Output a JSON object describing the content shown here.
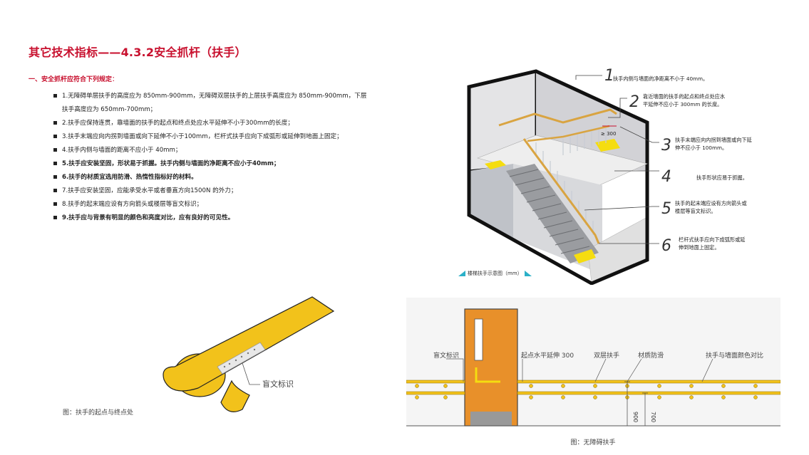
{
  "title": "其它技术指标——4.3.2安全抓杆（扶手）",
  "intro": {
    "label": "一、安全抓杆应符合下列规定",
    "colon": "："
  },
  "rules": [
    "1.无障碍单层扶手的高度应为 850mm-900mm，无障碍双层扶手的上层扶手高度应为 850mm-900mm，下层扶手高度应为 650mm-700mm；",
    "2.扶手应保持连贯，靠墙面的扶手的起点和终点处应水平延伸不小于300mm的长度；",
    "3.扶手末端应向内拐到墙面或向下延伸不小于100mm，栏杆式扶手应向下成弧形或延伸到地面上固定；",
    "4.扶手内侧与墙面的距离不应小于 40mm；",
    "5.扶手应安装坚固，形状易于抓握。扶手内侧与墙面的净距离不应小于40mm；",
    "6.扶手的材质宜选用防滑、热惰性指标好的材料。",
    "7.扶手应安装坚固，应能承受水平或者垂直方向1500N 的外力；",
    "8.扶手的起末端应设有方向箭头或楼层等盲文标识；",
    "9.扶手应与背景有明显的颜色和亮度对比，应有良好的可见性。"
  ],
  "stair": {
    "dim_label": "≥ 300",
    "callouts": [
      {
        "num": "1",
        "text": "扶手内侧与墙面的净距离不小于 40mm。"
      },
      {
        "num": "2",
        "text1": "靠近墙面的扶手的起点和终点处应水",
        "text2": "平延伸不应小于 300mm 的长度。"
      },
      {
        "num": "3",
        "text1": "扶手末端应向内拐到墙面或向下延",
        "text2": "伸不应小于 100mm。"
      },
      {
        "num": "4",
        "text": "扶手形状应易于抓握。"
      },
      {
        "num": "5",
        "text1": "扶手的起末端应设有方向箭头或",
        "text2": "楼层等盲文标识。"
      },
      {
        "num": "6",
        "text1": "栏杆式扶手应向下成弧形或延",
        "text2": "伸到地面上固定。"
      }
    ],
    "caption": "楼梯扶手示意图（mm）"
  },
  "detail": {
    "label": "盲文标识",
    "caption": "图：扶手的起点与终点处"
  },
  "elevation": {
    "labels": [
      "盲文标识",
      "起点水平延伸 300",
      "双层扶手",
      "材质防滑",
      "扶手与墙面颜色对比"
    ],
    "dim_900": "900",
    "dim_700": "700",
    "caption": "图：无障碍扶手"
  },
  "colors": {
    "accent": "#c8102e",
    "handrail": "#f2c21b",
    "door": "#e8902a",
    "tactile": "#f5dd10"
  }
}
